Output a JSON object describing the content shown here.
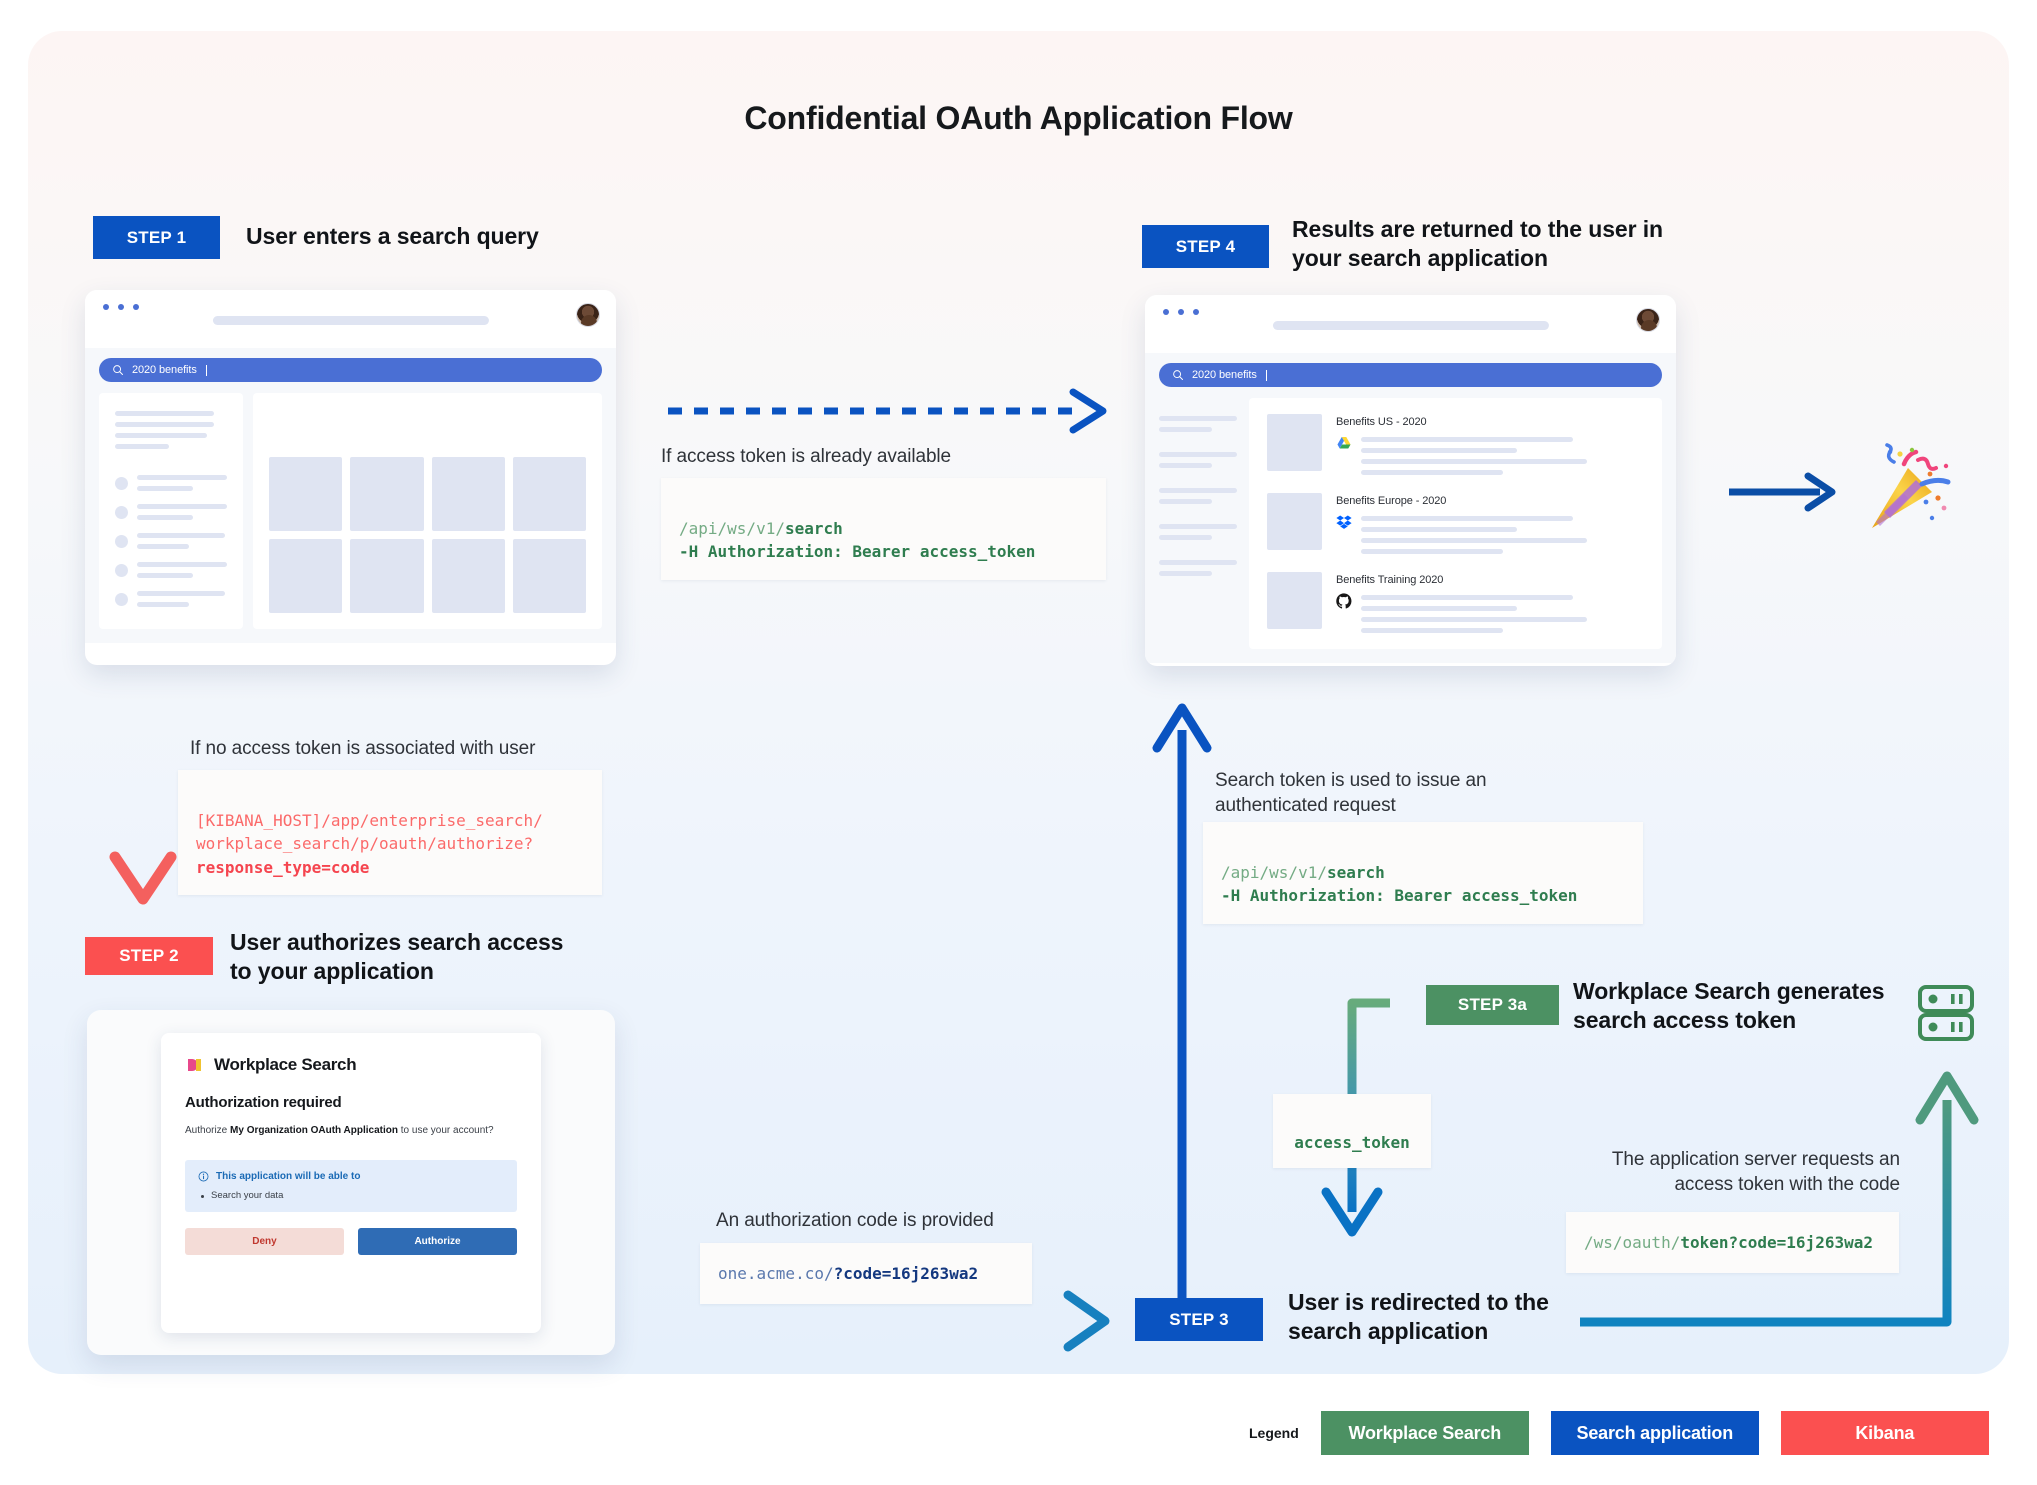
{
  "title": "Confidential OAuth Application Flow",
  "steps": {
    "step1": {
      "pill": "STEP 1",
      "label": "User enters a search query"
    },
    "step2": {
      "pill": "STEP 2",
      "label": "User authorizes search access\nto your application"
    },
    "step3": {
      "pill": "STEP 3",
      "label": "User is redirected to the\nsearch application"
    },
    "step3a": {
      "pill": "STEP 3a",
      "label": "Workplace Search generates\nsearch access token"
    },
    "step4": {
      "pill": "STEP 4",
      "label": "Results are returned to the user in\nyour search application"
    }
  },
  "browser_step1": {
    "search_value": "2020 benefits",
    "search_icon": "magnifier-icon",
    "avatar": "user-avatar"
  },
  "browser_step4": {
    "search_value": "2020 benefits",
    "results": [
      {
        "title": "Benefits US - 2020",
        "source_icon": "google-drive-icon"
      },
      {
        "title": "Benefits Europe - 2020",
        "source_icon": "dropbox-icon"
      },
      {
        "title": "Benefits Training 2020",
        "source_icon": "github-icon"
      }
    ]
  },
  "notes": {
    "token_available": "If access token is already available",
    "no_token": "If no access token is associated with user",
    "search_token_used": "Search token is used to issue an\nauthenticated request",
    "auth_code_provided": "An authorization code is provided",
    "server_requests_token": "The application server requests an\naccess token with the code"
  },
  "code": {
    "search_request_top": {
      "dim": "/api/ws/v1/",
      "bold": "search",
      "line2": "-H Authorization: Bearer access_token"
    },
    "search_request_mid": {
      "dim": "/api/ws/v1/",
      "bold": "search",
      "line2": "-H Authorization: Bearer access_token"
    },
    "kibana_authorize": {
      "dim": "[KIBANA_HOST]/app/enterprise_search/\nworkplace_search/p/oauth/authorize?",
      "bold": "response_type=code"
    },
    "redirect_url": {
      "dim": "one.acme.co/",
      "bold": "?code=16j263wa2"
    },
    "token_url": {
      "dim": "/ws/oauth/",
      "bold": "token?code=16j263wa2"
    },
    "access_token_label": "access_token"
  },
  "auth_card": {
    "brand": "Workplace Search",
    "brand_logo": "workplace-search-logo",
    "heading": "Authorization required",
    "body_pre": "Authorize ",
    "body_bold": "My Organization OAuth Application",
    "body_post": " to use your account?",
    "callout_icon": "info-icon",
    "callout_title": "This application will be able to",
    "callout_items": [
      "Search your data"
    ],
    "deny_label": "Deny",
    "authorize_label": "Authorize"
  },
  "celebration_icon": "party-popper-icon",
  "server_icon": "server-rack-icon",
  "legend": {
    "label": "Legend",
    "items": [
      {
        "text": "Workplace Search",
        "color": "#4c9163"
      },
      {
        "text": "Search application",
        "color": "#0a53c1"
      },
      {
        "text": "Kibana",
        "color": "#fb5050"
      }
    ]
  },
  "colors": {
    "blue": "#0a53c1",
    "red": "#fb5050",
    "green": "#4c9163",
    "search_blue": "#4a6fd4",
    "code_green": "#2f7d4f",
    "code_red": "#f5454f",
    "code_navy": "#14387f"
  }
}
